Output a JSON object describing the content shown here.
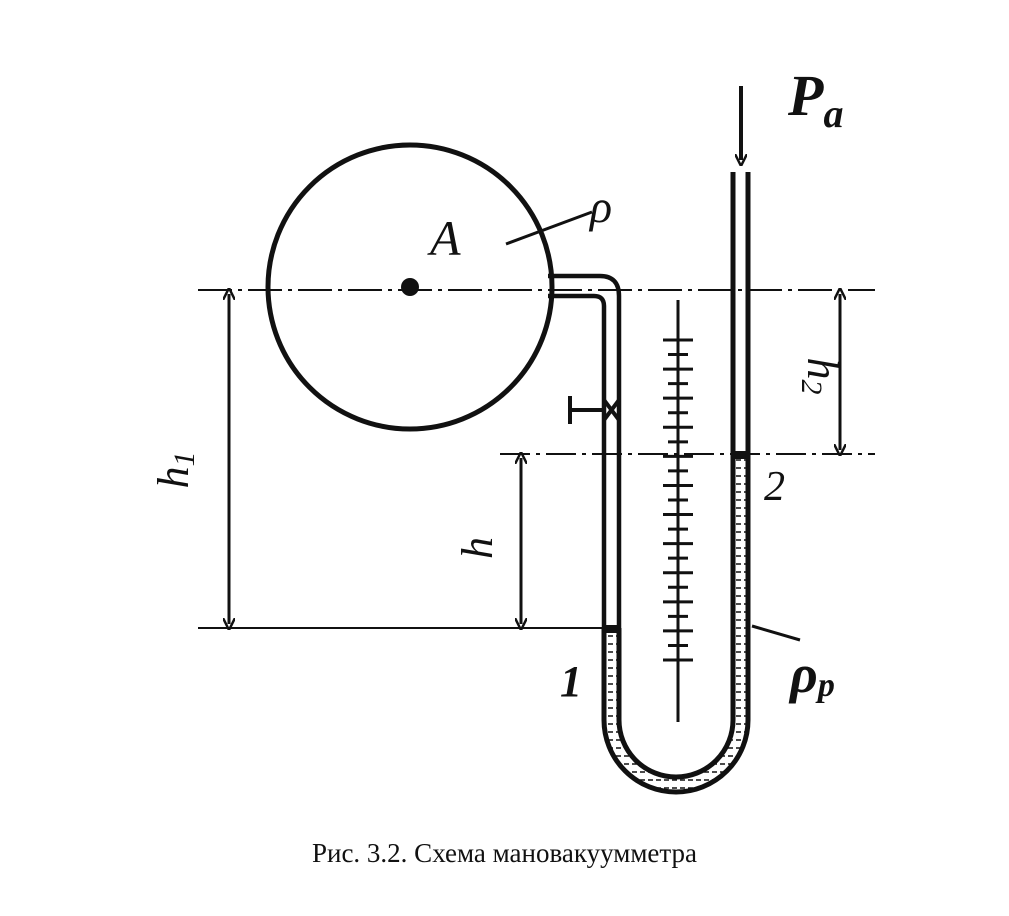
{
  "labels": {
    "pressure": "P",
    "pressure_sub": "a",
    "vessel": "A",
    "density": "ρ",
    "density_fluid": "ρ",
    "density_fluid_sub": "p",
    "h": "h",
    "h1": "h",
    "h1_sub": "1",
    "h2": "h",
    "h2_sub": "2",
    "point1": "1",
    "point2": "2"
  },
  "caption": "Рис. 3.2. Схема мановакуумметра",
  "colors": {
    "ink": "#111111",
    "background": "#ffffff"
  }
}
